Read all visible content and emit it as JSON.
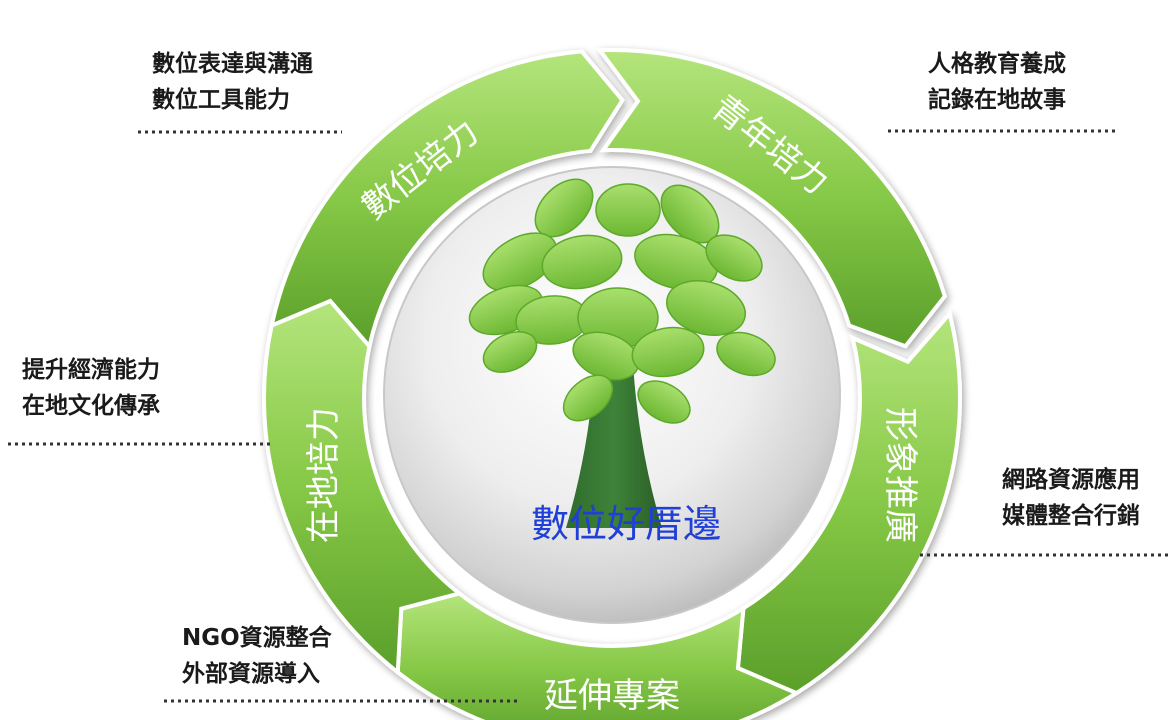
{
  "center": {
    "title": "數位好厝邊"
  },
  "segments": [
    {
      "id": "digital",
      "label": "數位培力"
    },
    {
      "id": "youth",
      "label": "青年培力"
    },
    {
      "id": "image",
      "label": "形象推廣"
    },
    {
      "id": "extend",
      "label": "延伸專案"
    },
    {
      "id": "local",
      "label": "在地培力"
    }
  ],
  "notes": {
    "top_left": [
      "數位表達與溝通",
      "數位工具能力"
    ],
    "top_right": [
      "人格教育養成",
      "記錄在地故事"
    ],
    "left": [
      "提升經濟能力",
      "在地文化傳承"
    ],
    "right": [
      "網路資源應用",
      "媒體整合行銷"
    ],
    "bottom_left": [
      "NGO資源整合",
      "外部資源導入"
    ]
  },
  "colors": {
    "ring_light": "#a6dd6a",
    "ring_mid": "#7cc23f",
    "ring_dark": "#4e9a22",
    "tree_leaf": "#8fd14f",
    "trunk": "#2f6a2c",
    "title": "#1f3fd6"
  }
}
